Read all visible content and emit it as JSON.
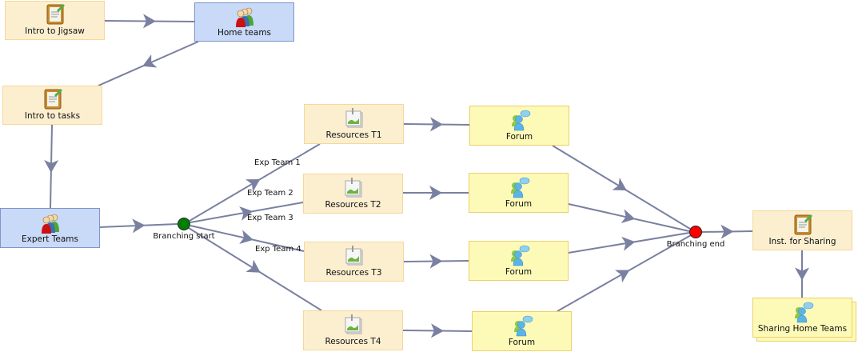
{
  "colors": {
    "edge": "#7a80a0",
    "activity_fill": "#fcefd0",
    "group_fill": "#c8daf8",
    "forum_fill": "#fdfab8",
    "gate_start": "#008000",
    "gate_end": "#ff0000"
  },
  "nodes": {
    "intro_jigsaw": {
      "label": "Intro to Jigsaw",
      "icon": "notebook-icon"
    },
    "home_teams": {
      "label": "Home teams",
      "icon": "group-icon"
    },
    "intro_tasks": {
      "label": "Intro to tasks",
      "icon": "notebook-icon"
    },
    "expert_teams": {
      "label": "Expert Teams",
      "icon": "group-icon"
    },
    "res_t1": {
      "label": "Resources T1",
      "icon": "resource-icon"
    },
    "res_t2": {
      "label": "Resources T2",
      "icon": "resource-icon"
    },
    "res_t3": {
      "label": "Resources T3",
      "icon": "resource-icon"
    },
    "res_t4": {
      "label": "Resources T4",
      "icon": "resource-icon"
    },
    "forum1": {
      "label": "Forum",
      "icon": "forum-icon"
    },
    "forum2": {
      "label": "Forum",
      "icon": "forum-icon"
    },
    "forum3": {
      "label": "Forum",
      "icon": "forum-icon"
    },
    "forum4": {
      "label": "Forum",
      "icon": "forum-icon"
    },
    "inst_sharing": {
      "label": "Inst. for Sharing",
      "icon": "notebook-icon"
    },
    "sharing_home": {
      "label": "Sharing Home Teams",
      "icon": "forum-icon"
    }
  },
  "gates": {
    "branch_start": {
      "label": "Branching start"
    },
    "branch_end": {
      "label": "Branching end"
    }
  },
  "edge_labels": {
    "exp1": "Exp Team 1",
    "exp2": "Exp Team 2",
    "exp3": "Exp Team 3",
    "exp4": "Exp Team 4"
  },
  "edges": [
    [
      "intro_jigsaw",
      "home_teams"
    ],
    [
      "home_teams",
      "intro_tasks"
    ],
    [
      "intro_tasks",
      "expert_teams"
    ],
    [
      "expert_teams",
      "branch_start"
    ],
    [
      "branch_start",
      "res_t1"
    ],
    [
      "branch_start",
      "res_t2"
    ],
    [
      "branch_start",
      "res_t3"
    ],
    [
      "branch_start",
      "res_t4"
    ],
    [
      "res_t1",
      "forum1"
    ],
    [
      "res_t2",
      "forum2"
    ],
    [
      "res_t3",
      "forum3"
    ],
    [
      "res_t4",
      "forum4"
    ],
    [
      "forum1",
      "branch_end"
    ],
    [
      "forum2",
      "branch_end"
    ],
    [
      "forum3",
      "branch_end"
    ],
    [
      "forum4",
      "branch_end"
    ],
    [
      "branch_end",
      "inst_sharing"
    ],
    [
      "inst_sharing",
      "sharing_home"
    ]
  ]
}
